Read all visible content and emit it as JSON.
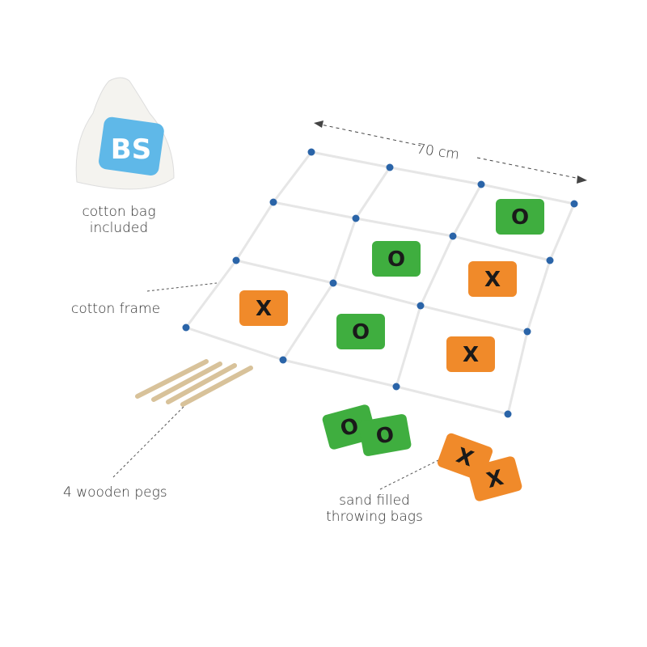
{
  "labels": {
    "dimension": "70 cm",
    "cotton_bag_line1": "cotton bag",
    "cotton_bag_line2": "included",
    "cotton_frame": "cotton frame",
    "pegs": "4 wooden pegs",
    "bags_line1": "sand filled",
    "bags_line2": "throwing bags"
  },
  "logo": "BS",
  "colors": {
    "green": "#3fae3f",
    "orange": "#f08a2a",
    "bead": "#2a64a8",
    "rope": "#e6e6e6"
  }
}
